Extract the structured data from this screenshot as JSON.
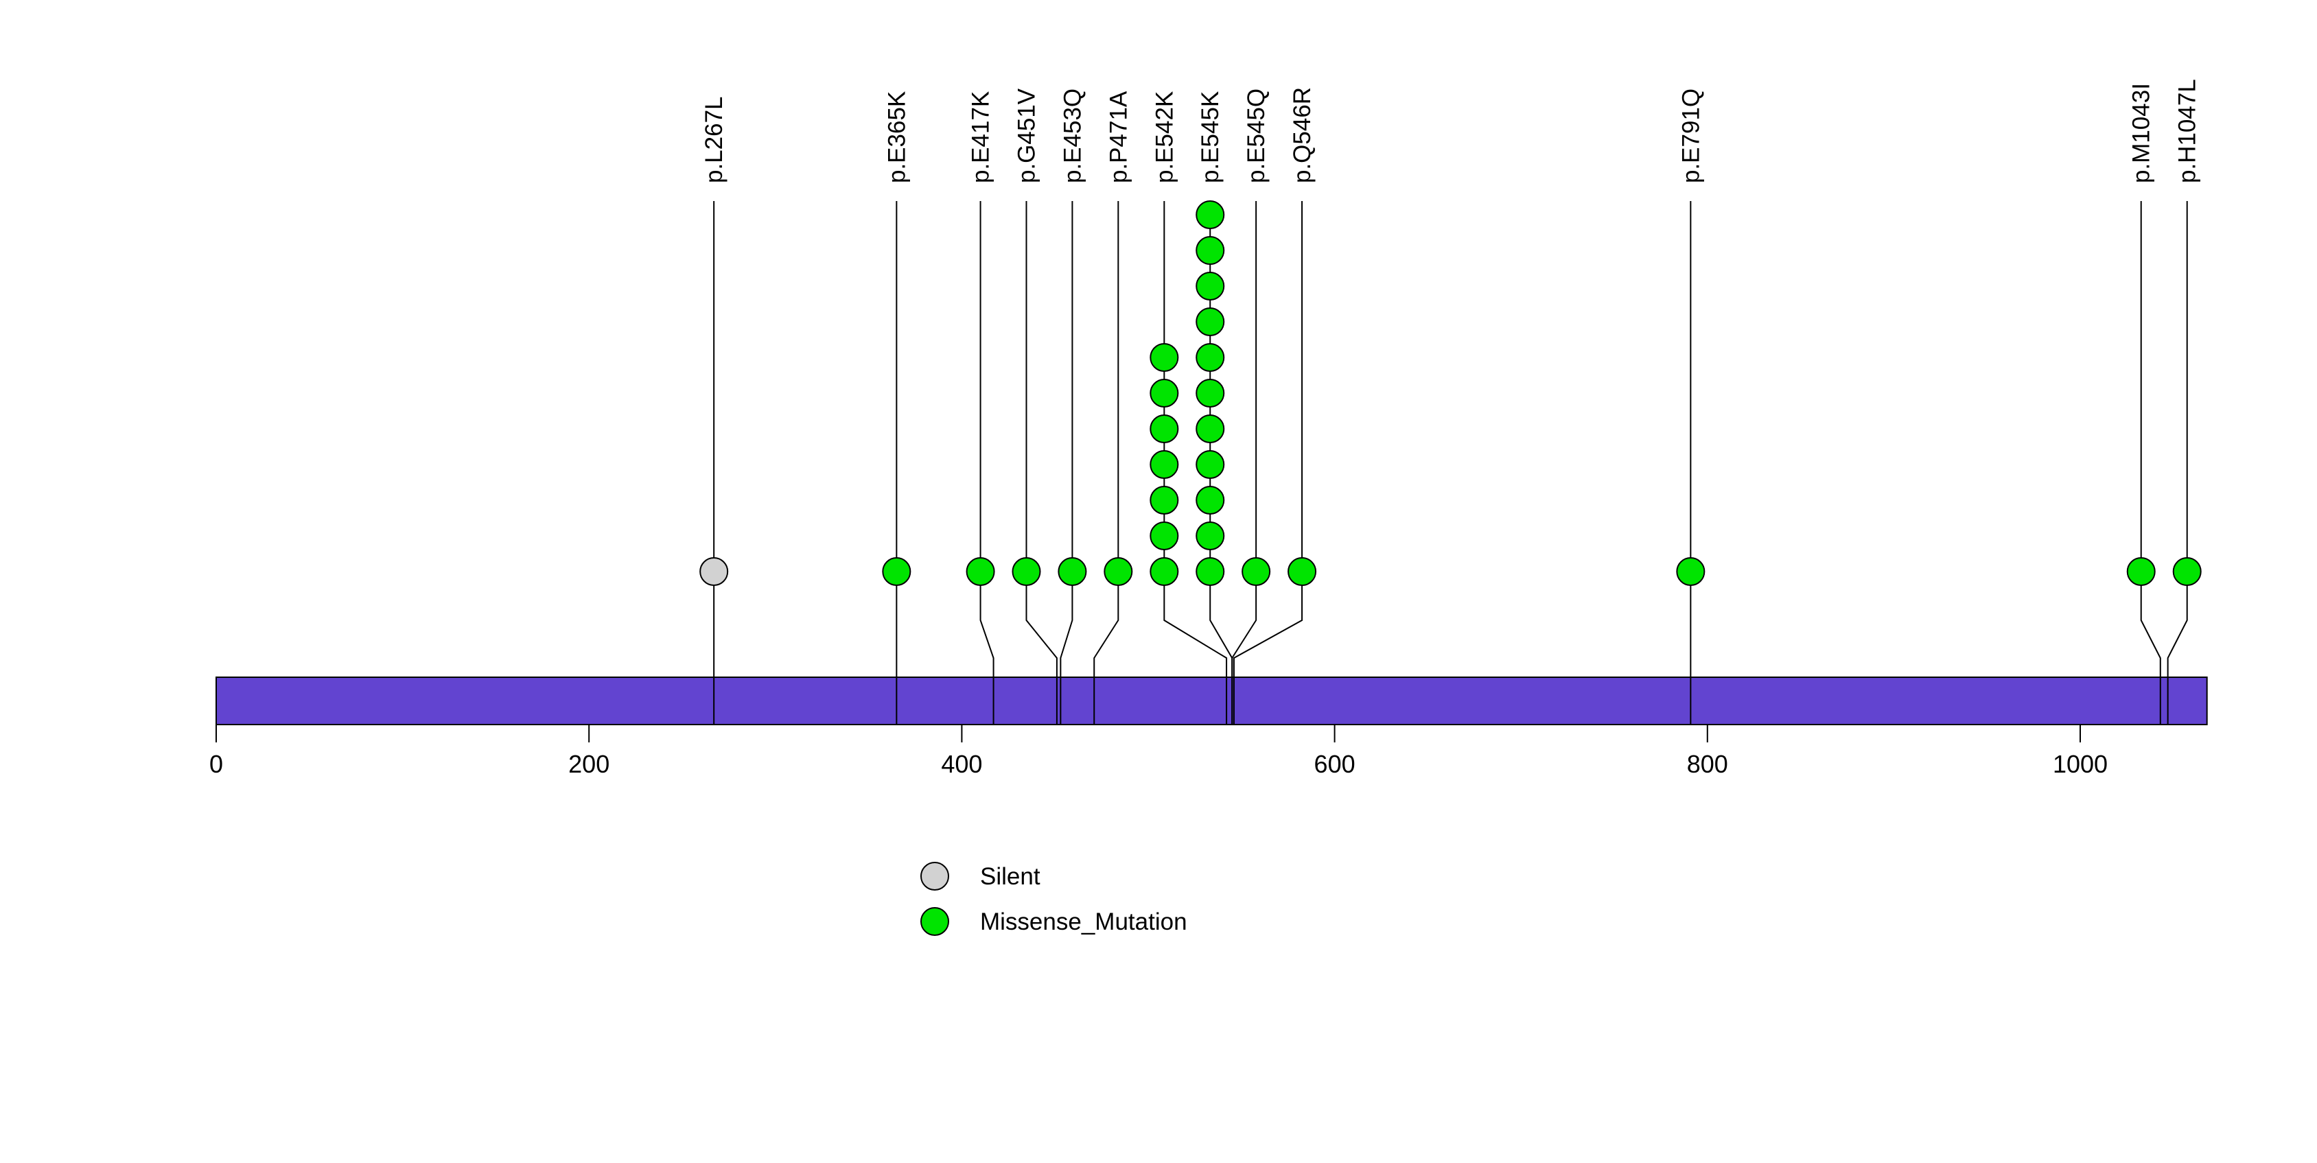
{
  "chart_data": {
    "type": "lollipop",
    "title": "",
    "gene": {
      "length_aa": 1068,
      "bar_color": "#6244d0"
    },
    "xaxis": {
      "ticks": [
        0,
        200,
        400,
        600,
        800,
        1000
      ]
    },
    "mutations": [
      {
        "label": "p.L267L",
        "position": 267,
        "count": 1,
        "type": "Silent"
      },
      {
        "label": "p.E365K",
        "position": 365,
        "count": 1,
        "type": "Missense_Mutation"
      },
      {
        "label": "p.E417K",
        "position": 417,
        "count": 1,
        "type": "Missense_Mutation"
      },
      {
        "label": "p.G451V",
        "position": 451,
        "count": 1,
        "type": "Missense_Mutation"
      },
      {
        "label": "p.E453Q",
        "position": 453,
        "count": 1,
        "type": "Missense_Mutation"
      },
      {
        "label": "p.P471A",
        "position": 471,
        "count": 1,
        "type": "Missense_Mutation"
      },
      {
        "label": "p.E542K",
        "position": 542,
        "count": 7,
        "type": "Missense_Mutation"
      },
      {
        "label": "p.E545K",
        "position": 545,
        "count": 11,
        "type": "Missense_Mutation"
      },
      {
        "label": "p.E545Q",
        "position": 545,
        "count": 1,
        "type": "Missense_Mutation"
      },
      {
        "label": "p.Q546R",
        "position": 546,
        "count": 1,
        "type": "Missense_Mutation"
      },
      {
        "label": "p.E791Q",
        "position": 791,
        "count": 1,
        "type": "Missense_Mutation"
      },
      {
        "label": "p.M1043I",
        "position": 1043,
        "count": 1,
        "type": "Missense_Mutation"
      },
      {
        "label": "p.H1047L",
        "position": 1047,
        "count": 1,
        "type": "Missense_Mutation"
      }
    ],
    "legend": [
      {
        "type": "Silent",
        "label": "Silent"
      },
      {
        "type": "Missense_Mutation",
        "label": "Missense_Mutation"
      }
    ],
    "colors": {
      "Silent": "#d2d2d2",
      "Missense_Mutation": "#00e400",
      "gene_bar": "#6244d0",
      "stem": "#000000",
      "text": "#000000"
    }
  }
}
